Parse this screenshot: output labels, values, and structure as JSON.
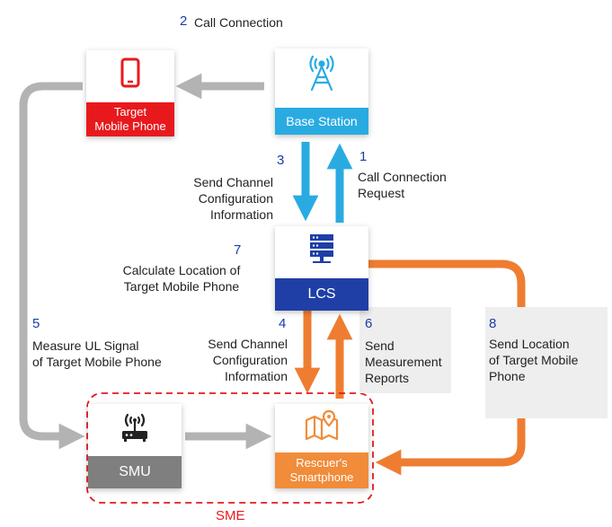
{
  "steps": {
    "s1": {
      "number": "1",
      "lines": [
        "Call Connection",
        "Request"
      ]
    },
    "s2": {
      "number": "2",
      "label": "Call Connection"
    },
    "s3": {
      "number": "3",
      "lines": [
        "Send Channel",
        "Configuration",
        "Information"
      ]
    },
    "s4": {
      "number": "4",
      "lines": [
        "Send Channel",
        "Configuration",
        "Information"
      ]
    },
    "s5": {
      "number": "5",
      "lines": [
        "Measure UL Signal",
        "of Target Mobile Phone"
      ]
    },
    "s6": {
      "number": "6",
      "lines": [
        "Send",
        "Measurement",
        "Reports"
      ]
    },
    "s7": {
      "number": "7",
      "lines": [
        "Calculate Location of",
        "Target Mobile Phone"
      ]
    },
    "s8": {
      "number": "8",
      "lines": [
        "Send Location",
        "of Target Mobile",
        "Phone"
      ]
    }
  },
  "nodes": {
    "target_phone": {
      "lines": [
        "Target",
        "Mobile Phone"
      ],
      "icon": "mobile-phone-icon",
      "color": "#e8191d"
    },
    "base_station": {
      "label": "Base Station",
      "icon": "cell-tower-icon",
      "color": "#29abe2"
    },
    "lcs": {
      "label": "LCS",
      "icon": "server-icon",
      "color": "#1f3fa6"
    },
    "smu": {
      "label": "SMU",
      "icon": "router-icon",
      "color": "#7f7f7f"
    },
    "smartphone": {
      "lines": [
        "Rescuer's",
        "Smartphone"
      ],
      "icon": "map-pin-icon",
      "color": "#f08c3a"
    }
  },
  "sme": {
    "label": "SME",
    "color": "#e8191d"
  },
  "colors": {
    "gray_arrow": "#b3b3b3",
    "blue_arrow": "#29abe2",
    "orange_arrow": "#ee7d31",
    "number": "#1a3ca8"
  }
}
